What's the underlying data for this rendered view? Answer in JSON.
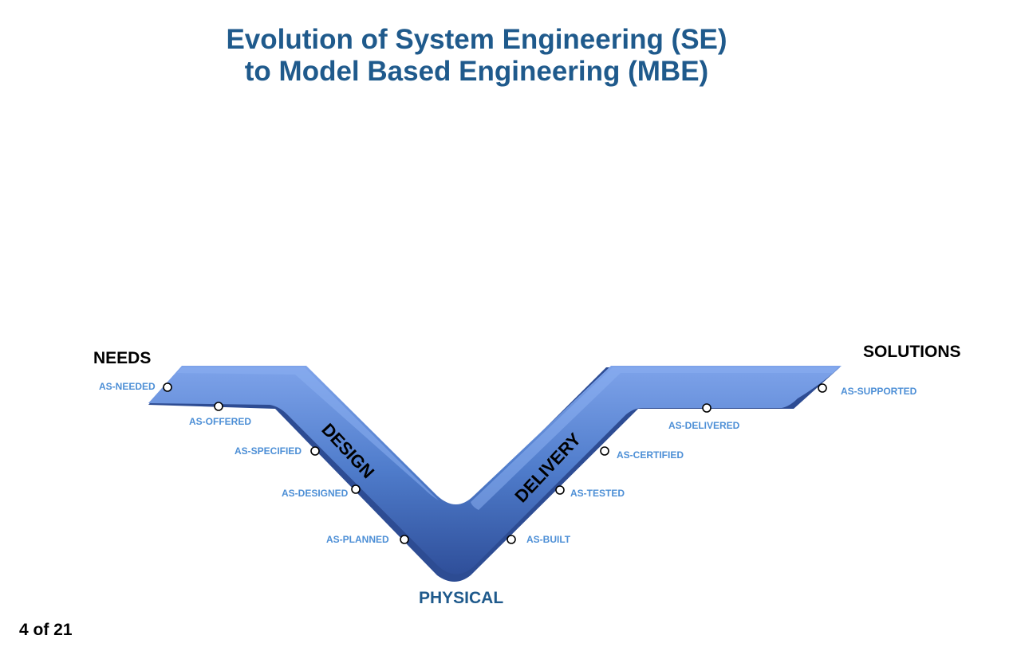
{
  "title": {
    "line1": "Evolution of System Engineering (SE)",
    "line2": "to Model Based Engineering (MBE)"
  },
  "corners": {
    "left": "NEEDS",
    "right": "SOLUTIONS",
    "bottom": "PHYSICAL"
  },
  "phases": {
    "left": "DESIGN",
    "right": "DELIVERY"
  },
  "milestones": {
    "needed": "AS-NEEDED",
    "offered": "AS-OFFERED",
    "specified": "AS-SPECIFIED",
    "designed": "AS-DESIGNED",
    "planned": "AS-PLANNED",
    "built": "AS-BUILT",
    "tested": "AS-TESTED",
    "certified": "AS-CERTIFIED",
    "delivered": "AS-DELIVERED",
    "supported": "AS-SUPPORTED"
  },
  "page_number": "4 of 21",
  "colors": {
    "title": "#1f5a8c",
    "band": "#4a78c8",
    "milestone_label": "#4d8fd6"
  }
}
